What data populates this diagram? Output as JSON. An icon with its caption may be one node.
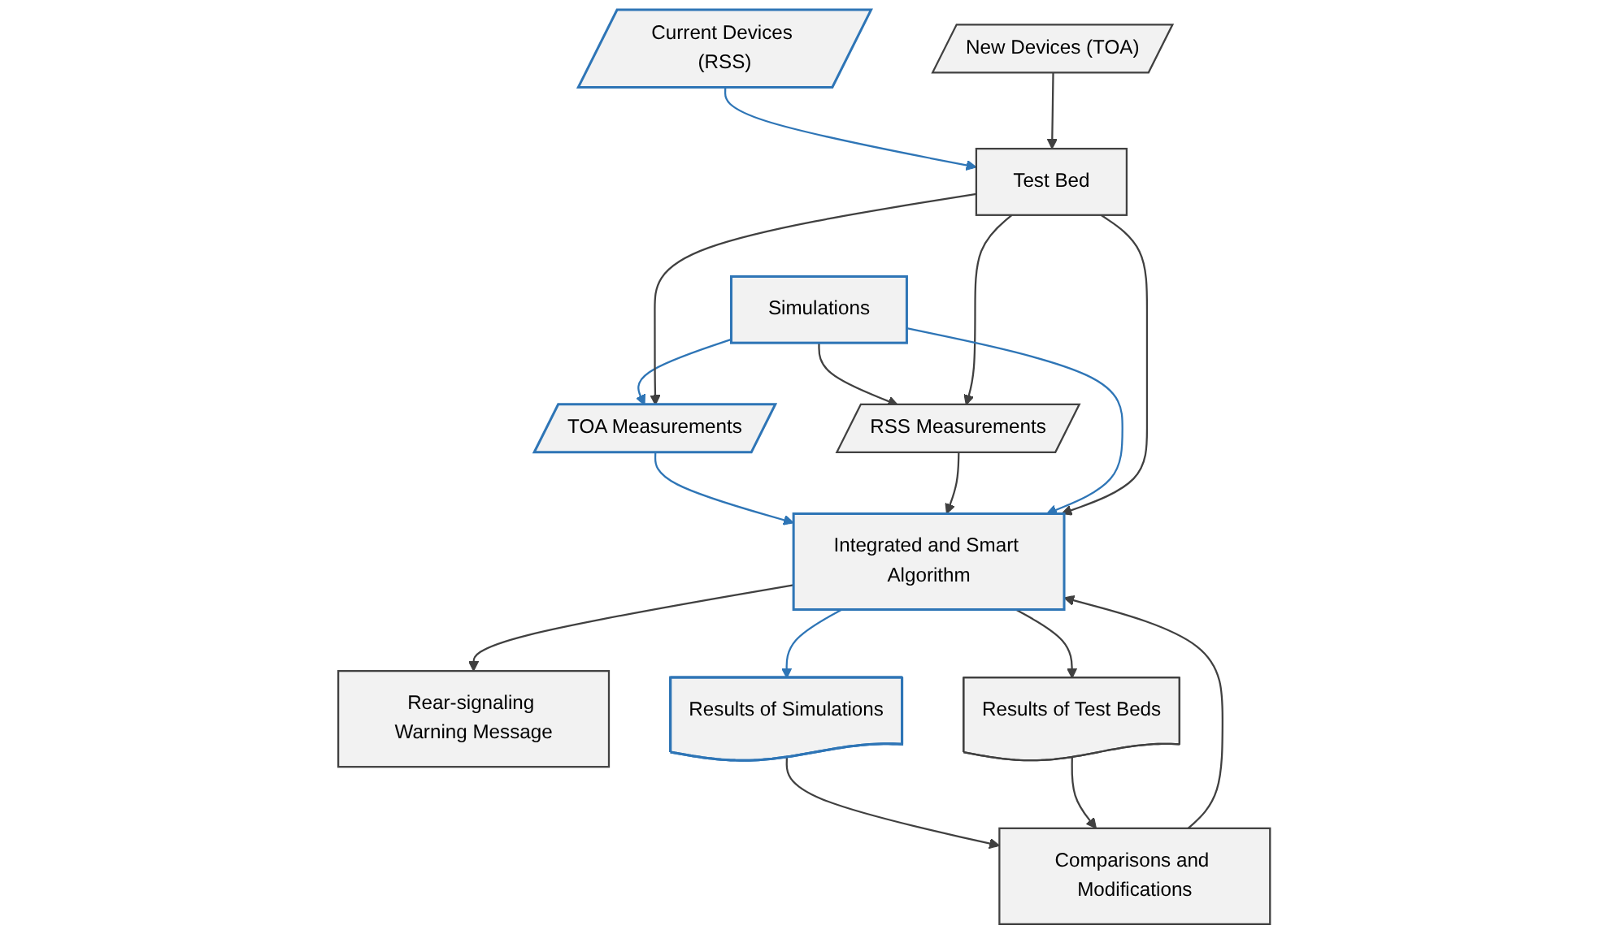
{
  "diagram": {
    "nodes": [
      {
        "text": [
          "TOA Measurements"
        ]
      },
      {
        "text": [
          "RSS Measurements"
        ]
      },
      {
        "text": [
          "Rear-signaling Warning Message"
        ]
      },
      {
        "text": [
          "Current Devices (RSS)"
        ]
      },
      {
        "text": [
          "Simulations"
        ]
      },
      {
        "text": [
          "Integrated and Smart Algorithm"
        ]
      },
      {
        "text": [
          "Test Bed"
        ]
      },
      {
        "text": [
          "New Devices (TOA)"
        ]
      },
      {
        "text": [
          "Results of Simulations"
        ]
      },
      {
        "text": [
          "Comparisons and Modifications"
        ]
      },
      {
        "text": [
          "Results of Test Beds"
        ]
      }
    ],
    "edges": [
      {
        "from": 4,
        "to": 0,
        "arrow": "to",
        "color": "#2e75b6"
      },
      {
        "from": 4,
        "to": 1,
        "arrow": "to"
      },
      {
        "from": 6,
        "to": 0,
        "arrow": "to"
      },
      {
        "from": 6,
        "to": 1,
        "arrow": "to"
      },
      {
        "from": 0,
        "to": 5,
        "arrow": "to",
        "color": "#2e75b6"
      },
      {
        "from": 1,
        "to": 5,
        "arrow": "to"
      },
      {
        "from": 5,
        "to": 2,
        "arrow": "to"
      },
      {
        "from": 3,
        "to": 6,
        "arrow": "to",
        "color": "#2e75b6"
      },
      {
        "from": 7,
        "to": 6,
        "arrow": "to"
      },
      {
        "from": 4,
        "to": 5,
        "arrow": "to",
        "color": "#2e75b6"
      },
      {
        "from": 6,
        "to": 5,
        "arrow": "to"
      },
      {
        "from": 5,
        "to": 8,
        "arrow": "to",
        "color": "#2e75b6"
      },
      {
        "from": 5,
        "to": 10,
        "arrow": "to"
      },
      {
        "from": 8,
        "to": 9,
        "arrow": "to"
      },
      {
        "from": 10,
        "to": 9,
        "arrow": "to"
      },
      {
        "from": 9,
        "to": 5,
        "arrow": "to"
      }
    ]
  }
}
